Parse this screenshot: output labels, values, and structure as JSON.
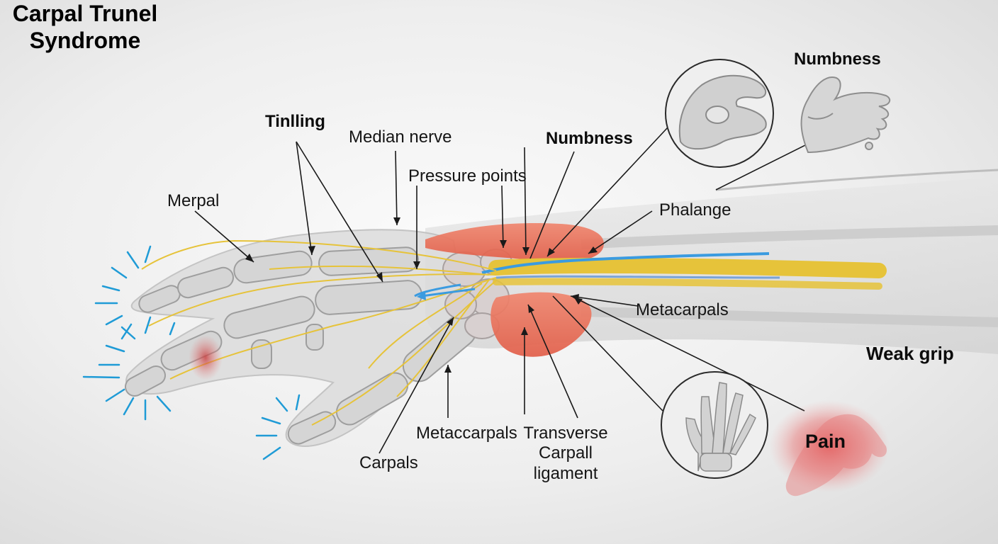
{
  "title": [
    "Carpal Trunel",
    "Syndrome"
  ],
  "labels": {
    "tingling": "Tinlling",
    "median_nerve": "Median nerve",
    "merpal": "Merpal",
    "pressure_points": "Pressure points",
    "numbness_center": "Numbness",
    "numbness_top_right": "Numbness",
    "phalange": "Phalange",
    "metacarpals_right": "Metacarpals",
    "weak_grip": "Weak grip",
    "metaccarpals": "Metaccarpals",
    "carpals": "Carpals",
    "transverse_ligament": [
      "Transverse",
      "Carpall",
      "ligament"
    ],
    "pain": "Pain"
  },
  "colors": {
    "nerve": "#e6c33a",
    "inflamed_tissue": "#e8715a",
    "tingling_marks": "#1f9bd6",
    "vein": "#3a9be0",
    "bone": "#d2d2d2",
    "pain_glow": "#e04646"
  }
}
